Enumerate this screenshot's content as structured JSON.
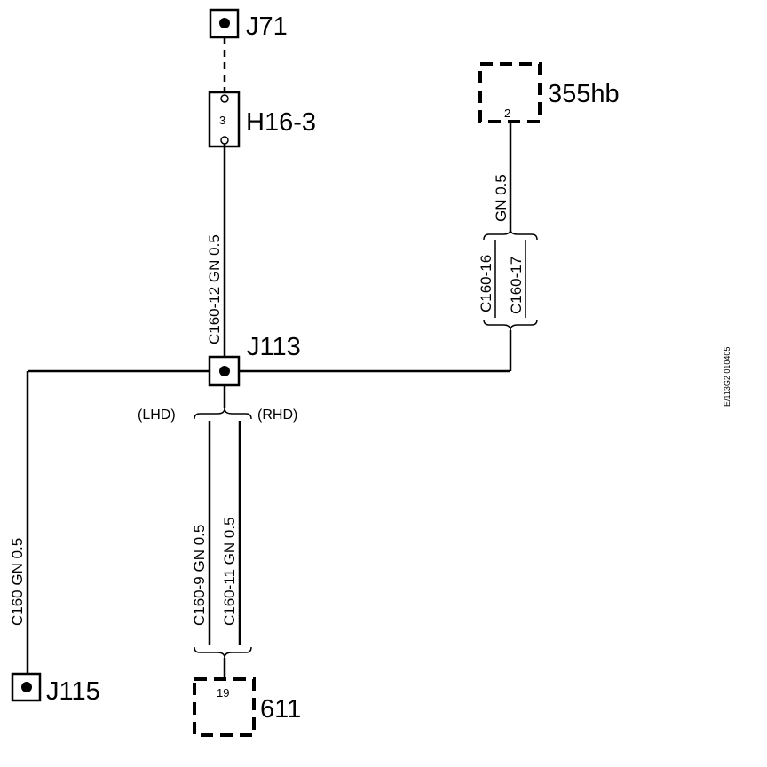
{
  "components": {
    "j71": "J71",
    "h16": "H16-3",
    "h16_pin": "3",
    "c355": "355hb",
    "c355_pin": "2",
    "j113": "J113",
    "j115": "J115",
    "c611": "611",
    "c611_pin": "19"
  },
  "wires": {
    "h16_j113": "C160-12  GN  0.5",
    "c355_gn": "GN  0.5",
    "c355_a": "C160-16",
    "c355_b": "C160-17",
    "j115": "C160  GN  0.5",
    "lhd": "C160-9  GN  0.5",
    "rhd": "C160-11  GN  0.5"
  },
  "variants": {
    "lhd": "(LHD)",
    "rhd": "(RHD)"
  },
  "figure_ref": "E/113G2 010405"
}
